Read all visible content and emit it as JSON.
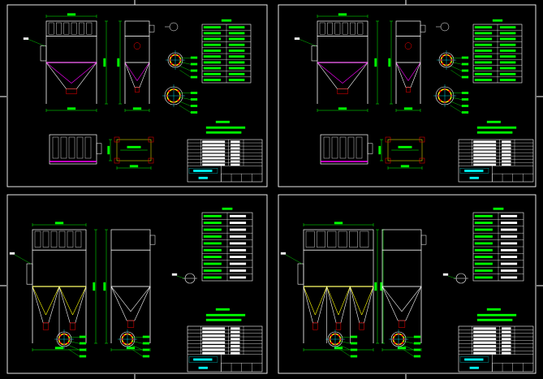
{
  "viewer": {
    "background": "#000000",
    "border_color": "#ffffff",
    "drawing_colors": {
      "white": "#ffffff",
      "green": "#00ff00",
      "yellow": "#ffff00",
      "magenta": "#ff00ff",
      "red": "#ff0000",
      "cyan": "#00ffff"
    }
  },
  "sheets": [
    {
      "id": "sheet-top-left",
      "variant": "pulse-small"
    },
    {
      "id": "sheet-top-right",
      "variant": "pulse-small"
    },
    {
      "id": "sheet-bottom-left",
      "variant": "hopper-double"
    },
    {
      "id": "sheet-bottom-right",
      "variant": "hopper-triple"
    }
  ]
}
